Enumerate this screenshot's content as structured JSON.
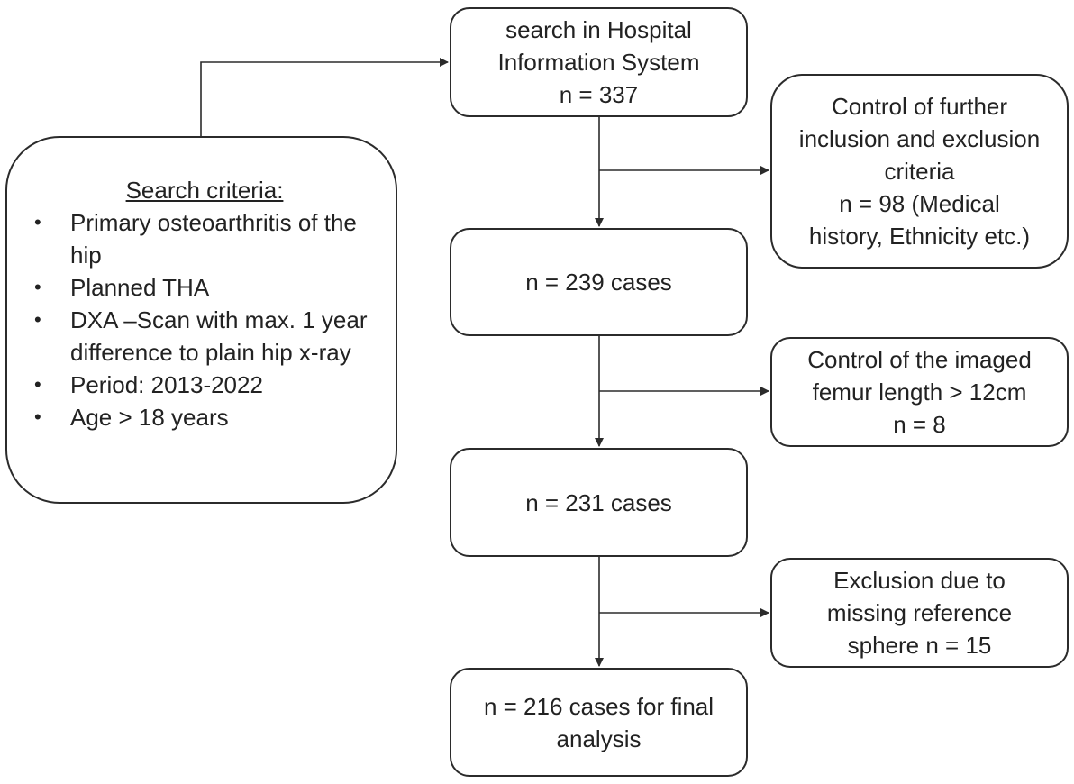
{
  "search_box": {
    "lines": [
      "search in Hospital",
      "Information System",
      "n = 337"
    ]
  },
  "criteria_box": {
    "title": "Search criteria:",
    "items": [
      "Primary osteoarthritis of the hip",
      "Planned THA",
      "DXA –Scan with max. 1 year difference to plain hip x-ray",
      "Period: 2013-2022",
      "Age > 18 years"
    ]
  },
  "exclusions": [
    {
      "lines": [
        "Control of further",
        "inclusion and exclusion",
        "criteria",
        "n = 98 (Medical",
        "history, Ethnicity etc.)"
      ]
    },
    {
      "lines": [
        "Control of the imaged",
        "femur length > 12cm",
        "n = 8"
      ]
    },
    {
      "lines": [
        "Exclusion due to",
        "missing reference",
        "sphere n = 15"
      ]
    }
  ],
  "flow": [
    {
      "lines": [
        "n = 239 cases"
      ]
    },
    {
      "lines": [
        "n = 231 cases"
      ]
    },
    {
      "lines": [
        "n = 216 cases for final",
        "analysis"
      ]
    }
  ]
}
